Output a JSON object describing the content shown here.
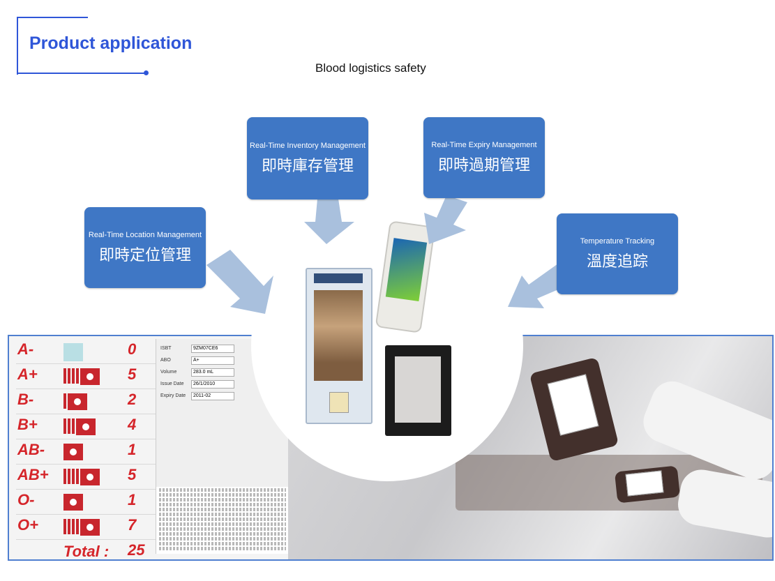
{
  "header": {
    "title": "Product application",
    "subtitle": "Blood logistics safety"
  },
  "features": [
    {
      "en": "Real-Time Location Management",
      "zh": "即時定位管理"
    },
    {
      "en": "Real-Time Inventory Management",
      "zh": "即時庫存管理"
    },
    {
      "en": "Real-Time Expiry Management",
      "zh": "即時過期管理"
    },
    {
      "en": "Temperature Tracking",
      "zh": "溫度追踪"
    }
  ],
  "inventory": {
    "rows": [
      {
        "type": "A-",
        "count": "0"
      },
      {
        "type": "A+",
        "count": "5"
      },
      {
        "type": "B-",
        "count": "2"
      },
      {
        "type": "B+",
        "count": "4"
      },
      {
        "type": "AB-",
        "count": "1"
      },
      {
        "type": "AB+",
        "count": "5"
      },
      {
        "type": "O-",
        "count": "1"
      },
      {
        "type": "O+",
        "count": "7"
      }
    ],
    "total_label": "Total :",
    "total_value": "25"
  },
  "detail": {
    "isbt_label": "ISBT",
    "isbt_value": "9ZM07CE6",
    "abo_label": "ABO",
    "abo_value": "A+",
    "volume_label": "Volume",
    "volume_value": "283.0 mL",
    "issue_label": "Issue Date",
    "issue_value": "26/1/2010",
    "expiry_label": "Expiry Date",
    "expiry_value": "2011-02"
  },
  "colors": {
    "accent": "#2f56d8",
    "feature_box": "#3f77c5",
    "blood_red": "#d5252a",
    "arrow": "#a9c0dd"
  }
}
